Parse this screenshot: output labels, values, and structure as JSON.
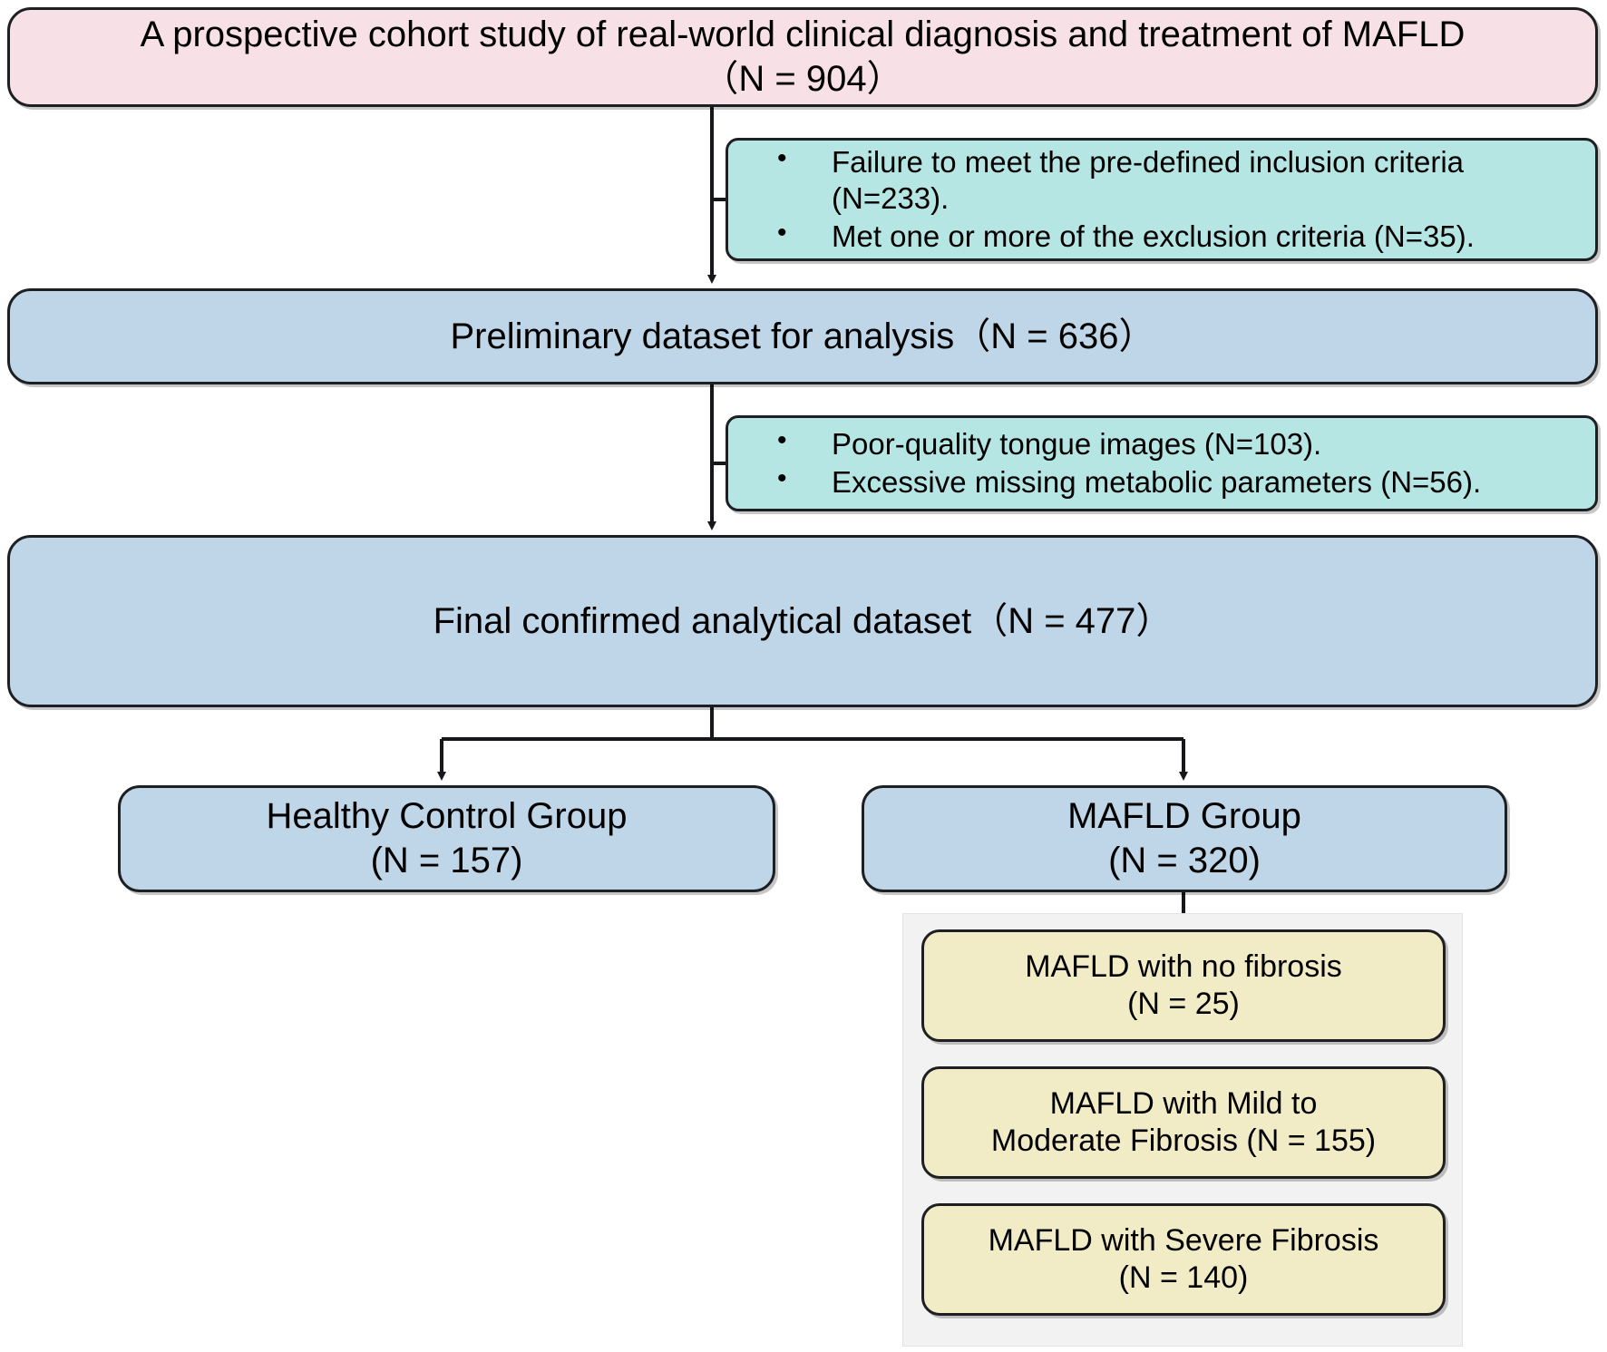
{
  "diagram": {
    "title": "MAFLD study participant flow diagram",
    "colors": {
      "pink": "#f7e0e6",
      "blue": "#bfd6e8",
      "teal": "#b6e6e4",
      "yellow": "#f2ecc6",
      "panel_gray": "#f2f2f2",
      "stroke": "#1d1f22"
    },
    "nodes": {
      "title": {
        "line1": "A prospective cohort study of real-world clinical diagnosis and treatment of MAFLD",
        "line2": "（N = 904）"
      },
      "exclusion_1": {
        "bullets": [
          "Failure to meet the pre-defined inclusion criteria (N=233).",
          "Met one or more of the exclusion criteria (N=35)."
        ]
      },
      "preliminary": {
        "label": "Preliminary dataset for analysis（N = 636）"
      },
      "exclusion_2": {
        "bullets": [
          "Poor-quality tongue images  (N=103).",
          "Excessive missing metabolic parameters (N=56)."
        ]
      },
      "final": {
        "label": "Final confirmed analytical dataset（N = 477）"
      },
      "healthy_control": {
        "line1": "Healthy Control Group",
        "line2": "(N = 157)"
      },
      "mafld_group": {
        "line1": "MAFLD Group",
        "line2": "(N = 320)"
      },
      "fibrosis_none": {
        "line1": "MAFLD with no fibrosis",
        "line2": "(N = 25)"
      },
      "fibrosis_mild": {
        "line1": "MAFLD with Mild to",
        "line2": "Moderate Fibrosis (N = 155)"
      },
      "fibrosis_severe": {
        "line1": "MAFLD with Severe Fibrosis",
        "line2": "(N = 140)"
      }
    },
    "counts": {
      "enrolled": 904,
      "failed_inclusion": 233,
      "met_exclusion": 35,
      "preliminary": 636,
      "poor_quality_images": 103,
      "missing_metabolic": 56,
      "final": 477,
      "healthy_control": 157,
      "mafld": 320,
      "fibrosis_none": 25,
      "fibrosis_mild_moderate": 155,
      "fibrosis_severe": 140
    }
  }
}
